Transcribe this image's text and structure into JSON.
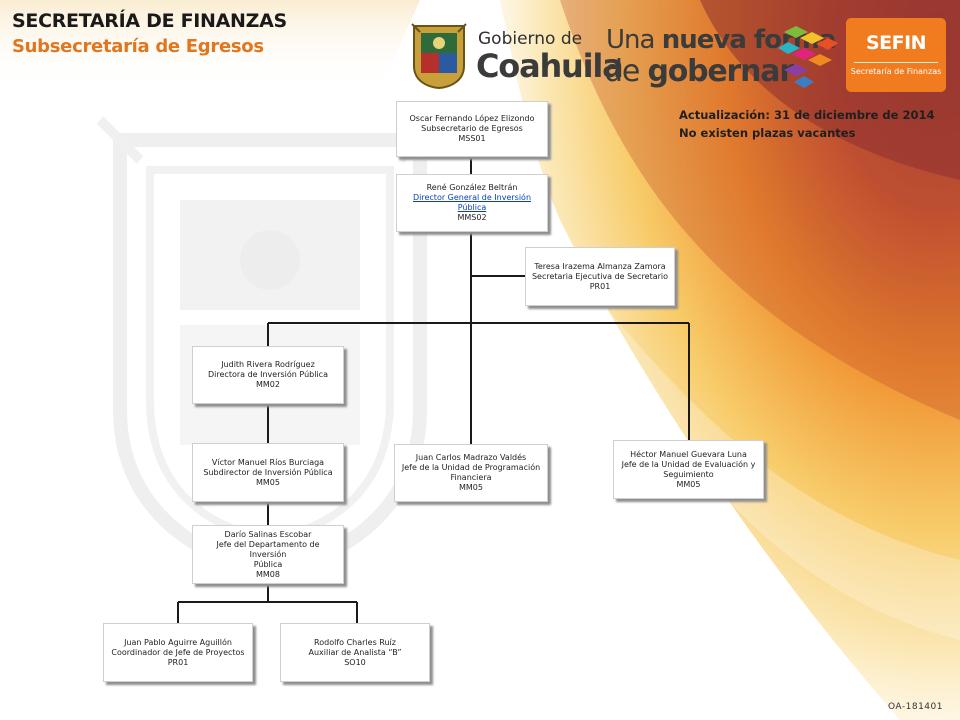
{
  "header": {
    "title": "SECRETARÍA DE FINANZAS",
    "subtitle": "Subsecretaría de Egresos",
    "gov_small": "Gobierno de",
    "gov_big": "Coahuila",
    "slogan_line1_a": "Una ",
    "slogan_line1_b": "nueva forma",
    "slogan_line2_a": "de ",
    "slogan_line2_b": "gobernar",
    "sefin_name": "SEFIN",
    "sefin_caption": "Secretaría de Finanzas"
  },
  "update_info": {
    "date": "Actualización: 31  de diciembre de 2014",
    "vacancies": "No existen plazas vacantes"
  },
  "colors": {
    "title_text": "#1a1a1a",
    "subtitle_orange": "#e2761e",
    "sefin_orange": "#f07c1f",
    "link_blue": "#0b3fb6",
    "line_color": "#1a1a1a",
    "bg_red": "#8e2f2f",
    "bg_orange": "#ef8a24",
    "bg_yellow": "#f7c860"
  },
  "icons": {
    "seal": "coahuila-seal-icon",
    "logo": "pixel-arrow-logo-icon",
    "watermark": "seal-watermark-icon"
  },
  "org": {
    "subsecretario": {
      "name": "Oscar Fernando López Elizondo",
      "position": "Subsecretario de Egresos",
      "code": "MSS01"
    },
    "director_general": {
      "name": "René González Beltrán",
      "position_line1": "Director General de Inversión",
      "position_line2": "Pública",
      "code": "MMS02"
    },
    "secretaria": {
      "name": "Teresa Irazema Almanza Zamora",
      "position": "Secretaria Ejecutiva de Secretario",
      "code": "PR01"
    },
    "directora": {
      "name": "Judith Rivera Rodríguez",
      "position": "Directora de Inversión Pública",
      "code": "MM02"
    },
    "subdirector": {
      "name": "Víctor Manuel Ríos Burciaga",
      "position": "Subdirector de Inversión Pública",
      "code": "MM05"
    },
    "jefe_programacion": {
      "name": "Juan Carlos Madrazo Valdés",
      "position_line1": "Jefe de la Unidad de Programación",
      "position_line2": "Financiera",
      "code": "MM05"
    },
    "jefe_evaluacion": {
      "name": "Héctor Manuel Guevara Luna",
      "position_line1": "Jefe de la Unidad de Evaluación y",
      "position_line2": "Seguimiento",
      "code": "MM05"
    },
    "jefe_departamento": {
      "name": "Darío Salinas Escobar",
      "position_line1": "Jefe del Departamento de Inversión",
      "position_line2": "Pública",
      "code": "MM08"
    },
    "coordinador": {
      "name": "Juan Pablo Aguirre Aguillón",
      "position": "Coordinador de Jefe de Proyectos",
      "code": "PR01"
    },
    "auxiliar": {
      "name": "Rodolfo Charles Ruíz",
      "position": "Auxiliar de Analista “B”",
      "code": "SO10"
    }
  },
  "footer": {
    "doc_code": "OA-181401"
  }
}
